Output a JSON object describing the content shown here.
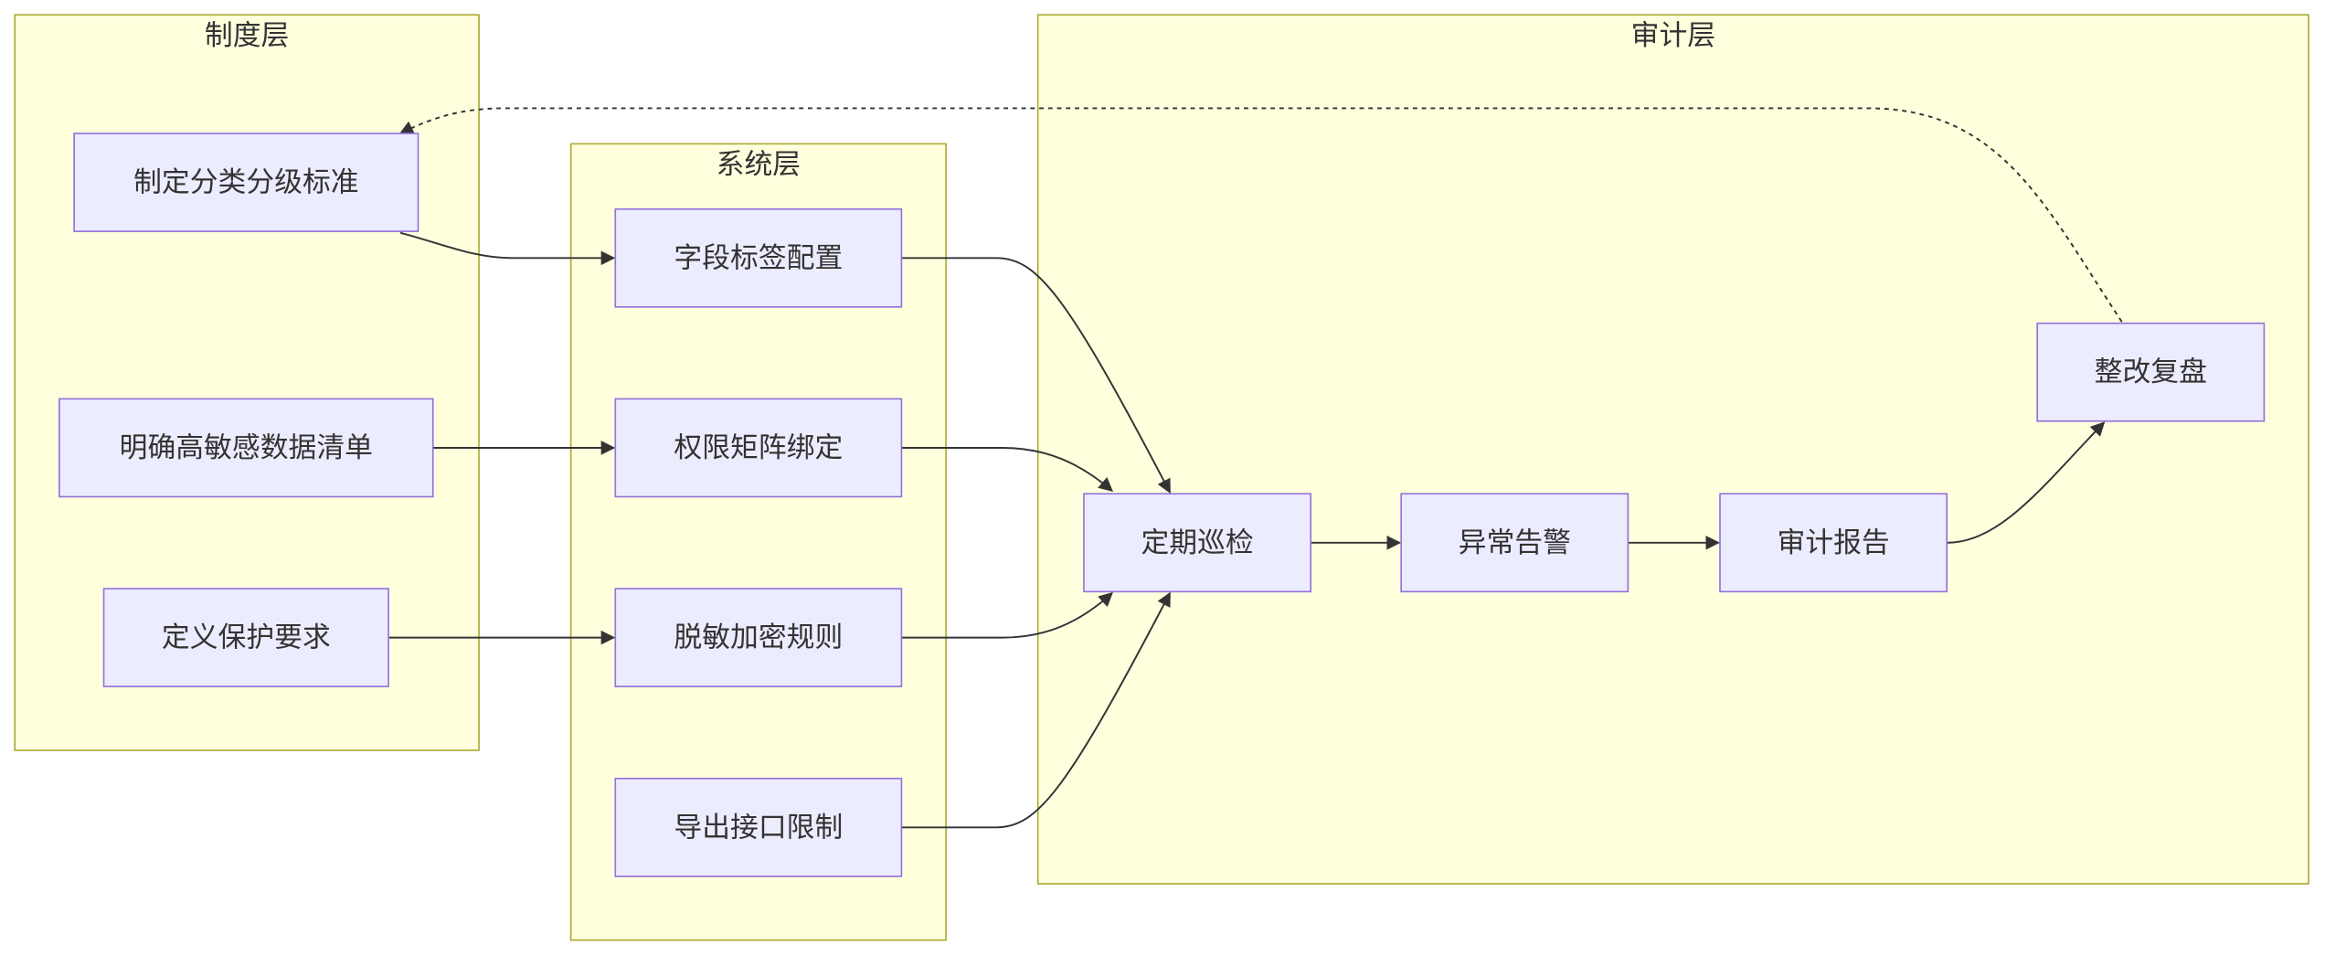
{
  "colors": {
    "cluster_fill": "#ffffde",
    "cluster_stroke": "#aaaa33",
    "node_fill": "#ececff",
    "node_stroke": "#9370db",
    "text": "#333333",
    "edge": "#333333"
  },
  "clusters": {
    "policy": {
      "title": "制度层"
    },
    "system": {
      "title": "系统层"
    },
    "audit": {
      "title": "审计层"
    }
  },
  "nodes": {
    "define_standard": "制定分类分级标准",
    "sensitive_list": "明确高敏感数据清单",
    "protection_req": "定义保护要求",
    "field_tag": "字段标签配置",
    "permission_matrix": "权限矩阵绑定",
    "masking_rules": "脱敏加密规则",
    "export_limit": "导出接口限制",
    "inspection": "定期巡检",
    "alert": "异常告警",
    "audit_report": "审计报告",
    "rectification": "整改复盘"
  },
  "edges": [
    {
      "from": "define_standard",
      "to": "field_tag",
      "style": "solid"
    },
    {
      "from": "sensitive_list",
      "to": "permission_matrix",
      "style": "solid"
    },
    {
      "from": "protection_req",
      "to": "masking_rules",
      "style": "solid"
    },
    {
      "from": "field_tag",
      "to": "inspection",
      "style": "solid"
    },
    {
      "from": "permission_matrix",
      "to": "inspection",
      "style": "solid"
    },
    {
      "from": "masking_rules",
      "to": "inspection",
      "style": "solid"
    },
    {
      "from": "export_limit",
      "to": "inspection",
      "style": "solid"
    },
    {
      "from": "inspection",
      "to": "alert",
      "style": "solid"
    },
    {
      "from": "alert",
      "to": "audit_report",
      "style": "solid"
    },
    {
      "from": "audit_report",
      "to": "rectification",
      "style": "solid"
    },
    {
      "from": "rectification",
      "to": "define_standard",
      "style": "dotted"
    }
  ]
}
